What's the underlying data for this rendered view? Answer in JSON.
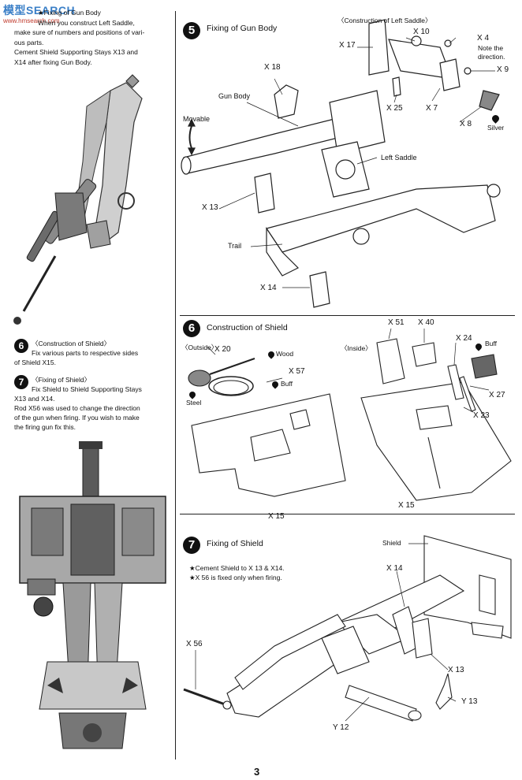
{
  "watermark": {
    "site": "模型SEARCH",
    "sub": "www.hmsearch.com"
  },
  "intro": {
    "lines": [
      "★Fixing of Gun Body",
      "When you construct Left Saddle,",
      "make sure of numbers and positions of vari-",
      "ous parts.",
      "Cement Shield Supporting Stays X13 and",
      "X14 after fixing Gun Body."
    ]
  },
  "left_steps": [
    {
      "num": "6",
      "title": "〈Construction of Shield〉",
      "text": [
        "Fix various parts to respective sides",
        "of Shield X15."
      ]
    },
    {
      "num": "7",
      "title": "〈Fixing of Shield〉",
      "text": [
        "Fix Shield to Shield Supporting Stays",
        "X13 and X14.",
        "Rod X56 was used to change the direction",
        "of the gun when firing. If you wish to make",
        "the firing gun fix this."
      ]
    }
  ],
  "step5": {
    "num": "5",
    "title": "Fixing of Gun Body",
    "labels": {
      "x18": "X 18",
      "gun_body": "Gun Body",
      "movable": "Movable",
      "x13": "X 13",
      "trail": "Trail",
      "x14": "X 14",
      "left_saddle": "Left Saddle",
      "construction": "〈Construction of Left Saddle〉",
      "x17": "X 17",
      "x10": "X 10",
      "x4": "X 4",
      "note": "Note the",
      "direction": "direction.",
      "x9": "X 9",
      "x25": "X 25",
      "x7": "X 7",
      "x8": "X 8",
      "silver": "Silver"
    }
  },
  "step6": {
    "num": "6",
    "title": "Construction of Shield",
    "labels": {
      "outside": "〈Outside〉",
      "x20": "X 20",
      "wood": "Wood",
      "x57": "X 57",
      "buff1": "Buff",
      "steel": "Steel",
      "x15a": "X 15",
      "inside": "〈Inside〉",
      "x51": "X 51",
      "x40": "X 40",
      "x24": "X 24",
      "buff2": "Buff",
      "x27": "X 27",
      "x23": "X 23",
      "x15b": "X 15"
    }
  },
  "step7": {
    "num": "7",
    "title": "Fixing of Shield",
    "notes": [
      "★Cement Shield to X 13 & X14.",
      "★X 56 is fixed only when firing."
    ],
    "labels": {
      "shield": "Shield",
      "x14": "X 14",
      "x56": "X 56",
      "x13": "X 13",
      "y13": "Y 13",
      "y12": "Y 12"
    }
  },
  "page_number": "3"
}
